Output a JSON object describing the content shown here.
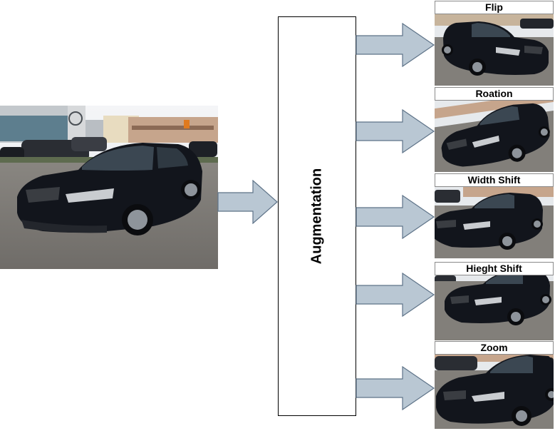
{
  "colors": {
    "arrow_fill": "#b9c7d3",
    "arrow_stroke": "#5e7388",
    "box_border": "#000000",
    "car_body": "#12151c",
    "sky": "#e9ecef",
    "asphalt": "#7d7a76"
  },
  "diagram": {
    "process_label": "Augmentation",
    "outputs": [
      {
        "label": "Flip"
      },
      {
        "label": "Roation"
      },
      {
        "label": "Width Shift"
      },
      {
        "label": "Hieght Shift"
      },
      {
        "label": "Zoom"
      }
    ]
  }
}
